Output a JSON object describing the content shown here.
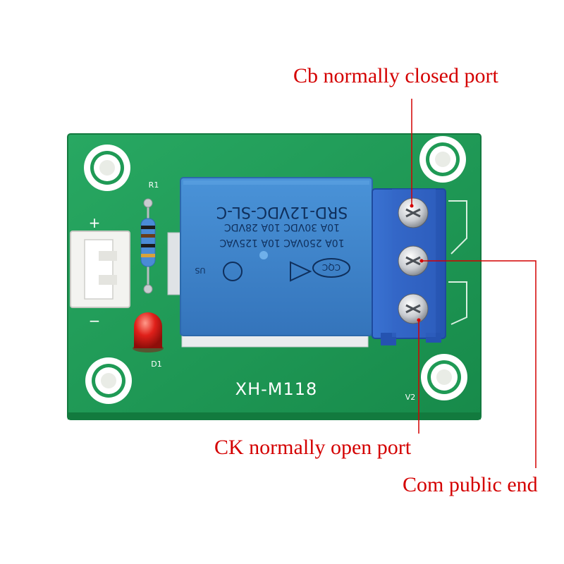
{
  "board": {
    "model": "XH-M118",
    "version_mark": "V2",
    "silkscreen": {
      "plus": "+",
      "minus": "−",
      "resistor": "R1",
      "led": "D1"
    },
    "pcb_color": "#1f9a55",
    "relay_color": "#3d86cf",
    "terminal_color": "#2e63c4"
  },
  "relay": {
    "line1": "SRD-12VDC-SL-C",
    "line2": "10A 30VDC 10A 28VDC",
    "line3": "10A 250VAC 10A 125VAC",
    "cert_mark": "CQC",
    "ul_mark": "US"
  },
  "callouts": {
    "cb": "Cb normally closed port",
    "ck": "CK normally open port",
    "com": "Com public end",
    "color": "#d40000"
  }
}
